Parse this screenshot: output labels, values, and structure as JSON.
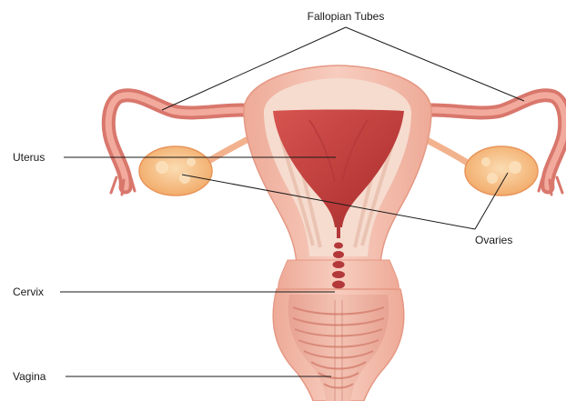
{
  "labels": {
    "fallopian_tubes": "Fallopian Tubes",
    "uterus": "Uterus",
    "ovaries": "Ovaries",
    "cervix": "Cervix",
    "vagina": "Vagina"
  },
  "colors": {
    "outer_wall": "#f2b7a5",
    "outer_wall_light": "#f9d8cb",
    "inner_wall": "#f6ddd0",
    "cavity": "#c8443f",
    "cavity_dark": "#a92e2d",
    "muscle_stripe": "#e9c2b1",
    "ovary": "#f5b779",
    "ovary_light": "#f9d3a6",
    "tube": "#e07b72",
    "tube_light": "#f2a89c",
    "line": "#1a1a1a"
  }
}
